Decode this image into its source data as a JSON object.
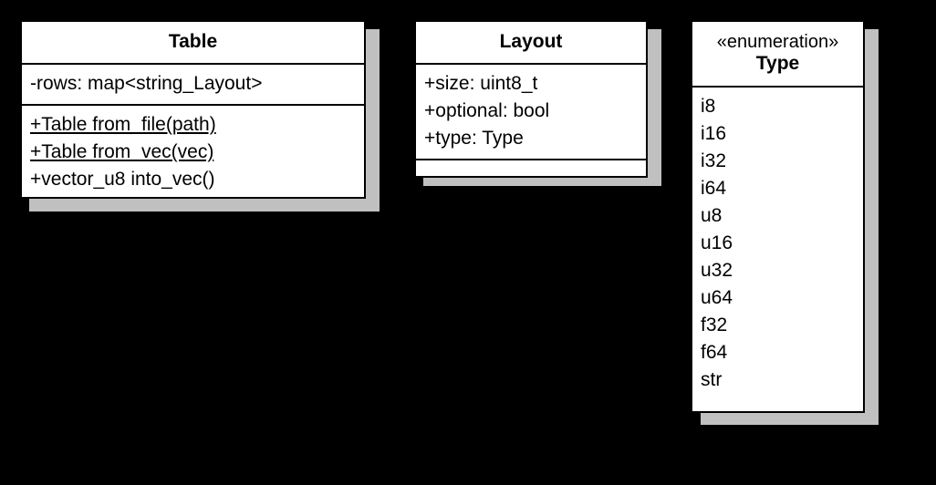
{
  "diagram": {
    "kind": "uml-class-diagram",
    "background_color": "#000000",
    "box_fill_color": "#ffffff",
    "box_border_color": "#000000",
    "shadow_color": "#c0c0c0"
  },
  "classes": {
    "table": {
      "name": "Table",
      "attributes": [
        {
          "text": "-rows: map<string_Layout>",
          "static": false
        }
      ],
      "methods": [
        {
          "text": "+Table from_file(path)",
          "static": true
        },
        {
          "text": "+Table from_vec(vec)",
          "static": true
        },
        {
          "text": "+vector_u8 into_vec()",
          "static": false
        }
      ]
    },
    "layout": {
      "name": "Layout",
      "attributes": [
        {
          "text": "+size: uint8_t",
          "static": false
        },
        {
          "text": "+optional: bool",
          "static": false
        },
        {
          "text": "+type: Type",
          "static": false
        }
      ],
      "methods": []
    },
    "type_enum": {
      "stereotype": "«enumeration»",
      "name": "Type",
      "literals": [
        {
          "text": "i8"
        },
        {
          "text": "i16"
        },
        {
          "text": "i32"
        },
        {
          "text": "i64"
        },
        {
          "text": "u8"
        },
        {
          "text": "u16"
        },
        {
          "text": "u32"
        },
        {
          "text": "u64"
        },
        {
          "text": "f32"
        },
        {
          "text": "f64"
        },
        {
          "text": "str"
        }
      ]
    }
  }
}
